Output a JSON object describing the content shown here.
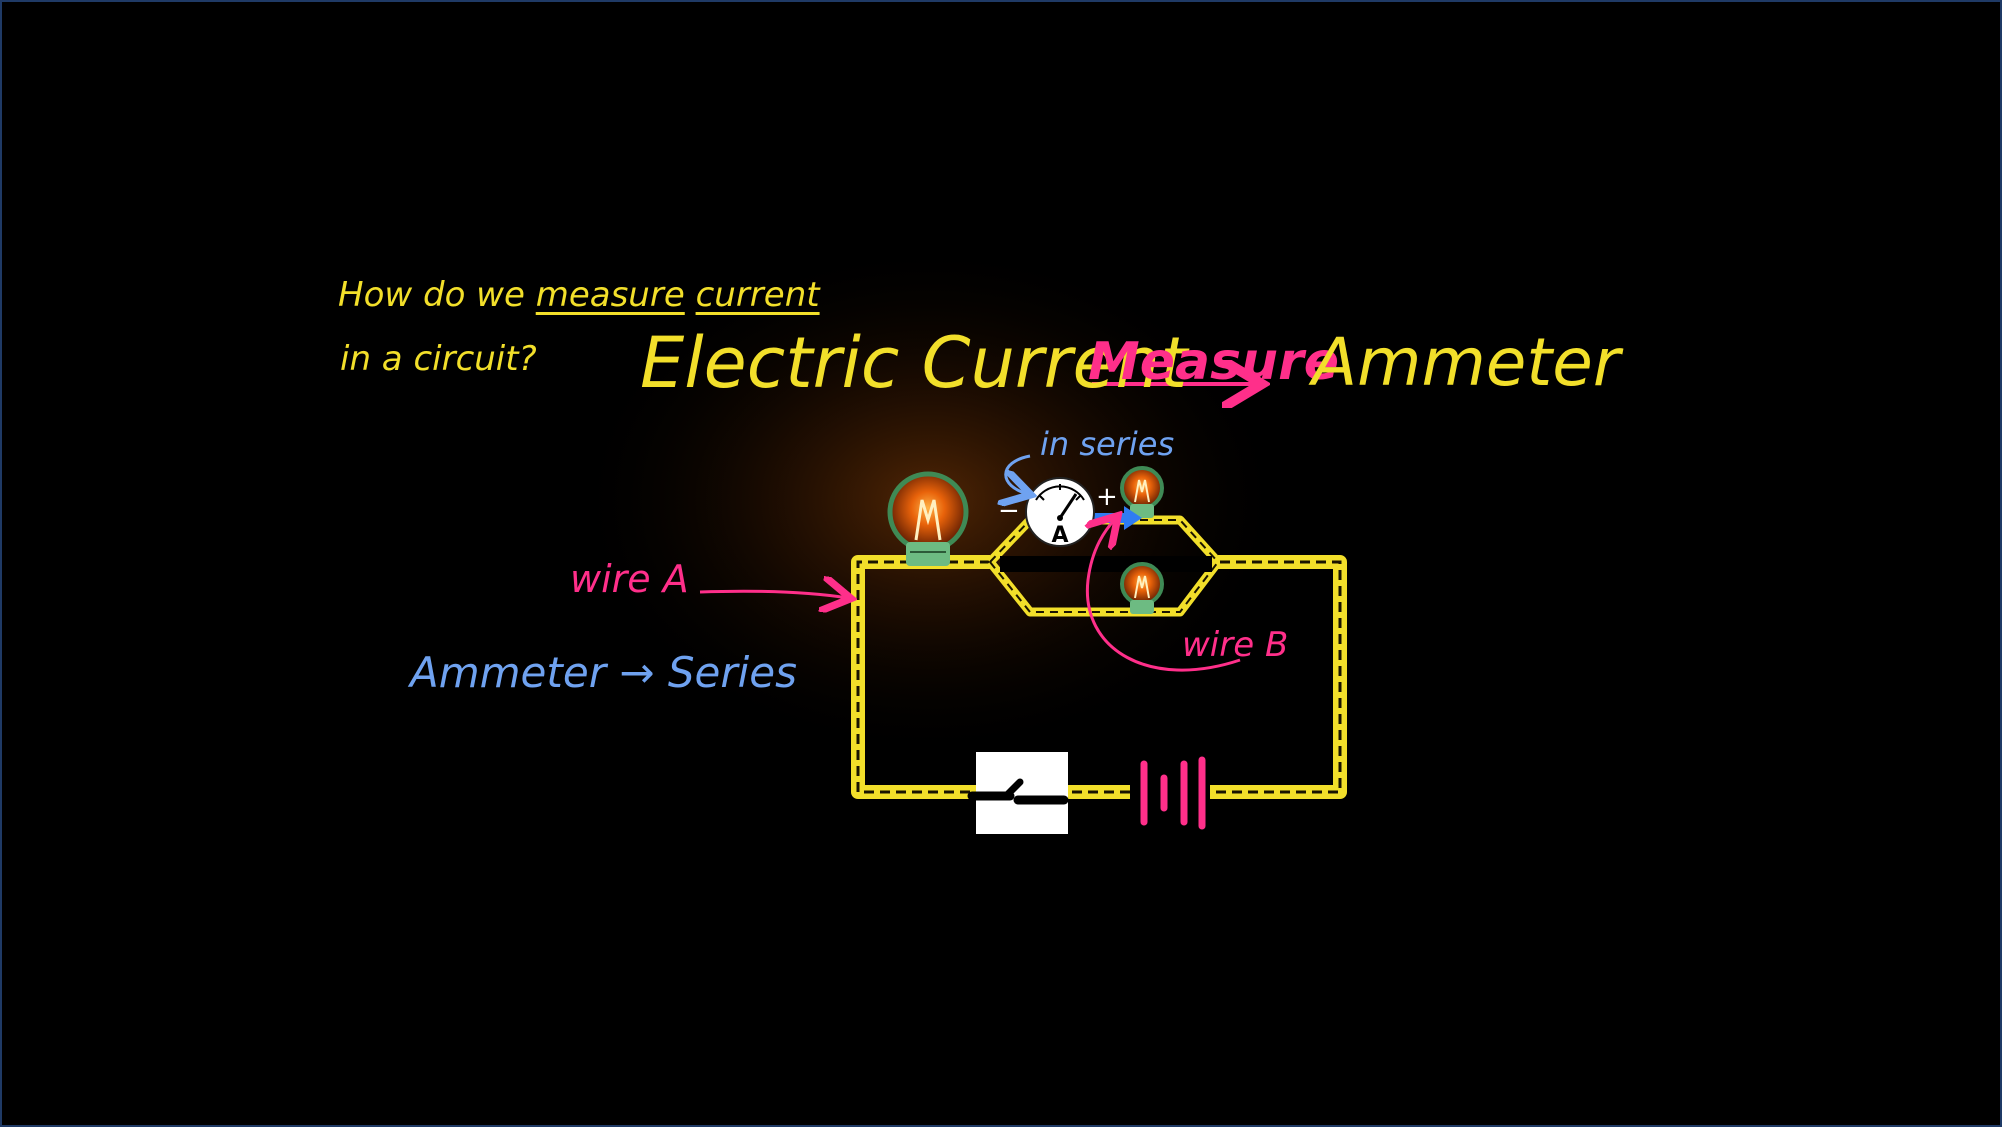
{
  "question": {
    "line1_prefix": "How do we",
    "line1_word1": "measure",
    "line1_word2": "current",
    "line2": "in a circuit?"
  },
  "title": {
    "left": "Electric Current",
    "middle": "Measure",
    "right": "Ammeter"
  },
  "labels": {
    "in_series": "in series",
    "wire_a": "wire A",
    "wire_b": "wire B",
    "ammeter_series": "Ammeter → Series",
    "ammeter_symbol": "A",
    "minus": "−",
    "plus": "+"
  },
  "colors": {
    "background": "#000000",
    "wire": "#f2df2a",
    "accent_pink": "#ff2f8a",
    "accent_blue": "#6fa2f0",
    "bulb_base": "#6dbb82",
    "current_arrow": "#2f7cf2"
  }
}
